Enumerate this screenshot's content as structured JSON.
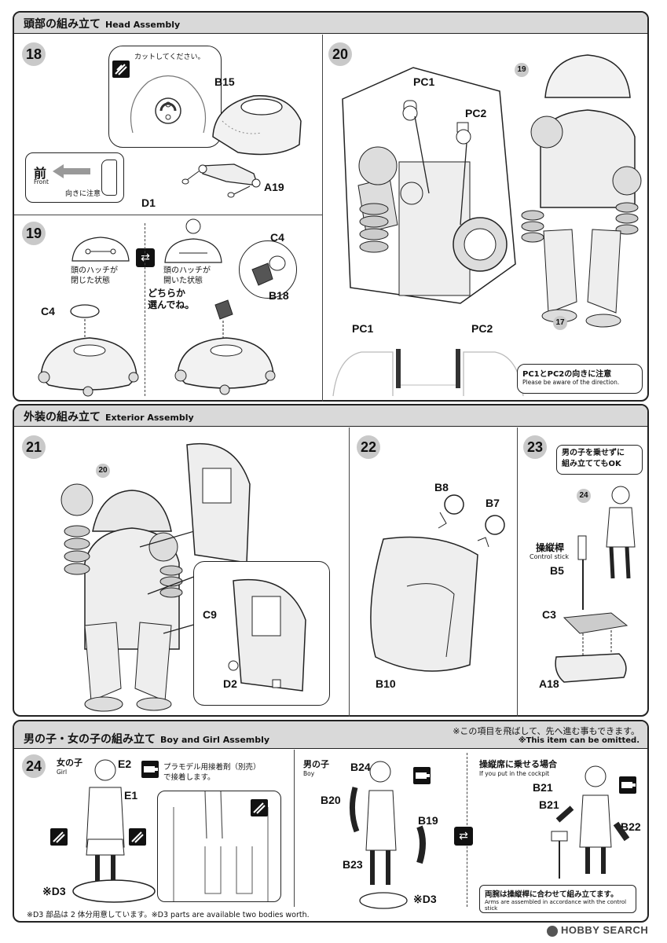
{
  "sections": {
    "head": {
      "title_jp": "頭部の組み立て",
      "title_en": "Head Assembly"
    },
    "exterior": {
      "title_jp": "外装の組み立て",
      "title_en": "Exterior Assembly"
    },
    "boygirl": {
      "title_jp": "男の子・女の子の組み立て",
      "title_en": "Boy and Girl Assembly",
      "skip_jp": "※この項目を飛ばして、先へ進む事もできます。",
      "skip_en": "※This item can be omitted."
    }
  },
  "step18": {
    "number": "18",
    "cut_note": "カットしてください。",
    "b15": "B15",
    "a19": "A19",
    "d1": "D1",
    "front_jp": "前",
    "front_en": "Front",
    "direction_note": "向きに注意"
  },
  "step19": {
    "number": "19",
    "c4": "C4",
    "c4_right": "C4",
    "b18": "B18",
    "closed": "頭のハッチが\n閉じた状態",
    "open": "頭のハッチが\n開いた状態",
    "choose": "どちらか\n選んでね。"
  },
  "step20": {
    "number": "20",
    "pc1": "PC1",
    "pc2": "PC2",
    "ref19": "19",
    "ref17": "17",
    "pc1_bottom": "PC1",
    "pc2_bottom": "PC2",
    "note_jp": "PC1とPC2の向きに注意",
    "note_en": "Please be aware of the direction."
  },
  "step21": {
    "number": "21",
    "ref20": "20",
    "c9": "C9",
    "d2": "D2"
  },
  "step22": {
    "number": "22",
    "b8": "B8",
    "b7": "B7",
    "b10": "B10"
  },
  "step23": {
    "number": "23",
    "note": "男の子を乗せずに\n組み立ててもOK",
    "ref24": "24",
    "stick_jp": "操縦桿",
    "stick_en": "Control stick",
    "b5": "B5",
    "c3": "C3",
    "a18": "A18"
  },
  "step24": {
    "number": "24",
    "girl_jp": "女の子",
    "girl_en": "Girl",
    "e2": "E2",
    "e1": "E1",
    "d3": "※D3",
    "glue_note": "プラモデル用接着剤（別売）\nで接着します。",
    "boy_jp": "男の子",
    "boy_en": "Boy",
    "b24": "B24",
    "b20": "B20",
    "b19": "B19",
    "b23": "B23",
    "d3_boy": "※D3",
    "cockpit_jp": "操縦席に乗せる場合",
    "cockpit_en": "If you put in the cockpit",
    "b21": "B21",
    "b22": "B22",
    "arms_jp": "両腕は操縦桿に合わせて組み立てます。",
    "arms_en": "Arms are assembled in accordance with the control stick",
    "footnote": "※D3 部品は 2 体分用意しています。※D3 parts are available two bodies worth."
  },
  "watermark": "HOBBY SEARCH"
}
